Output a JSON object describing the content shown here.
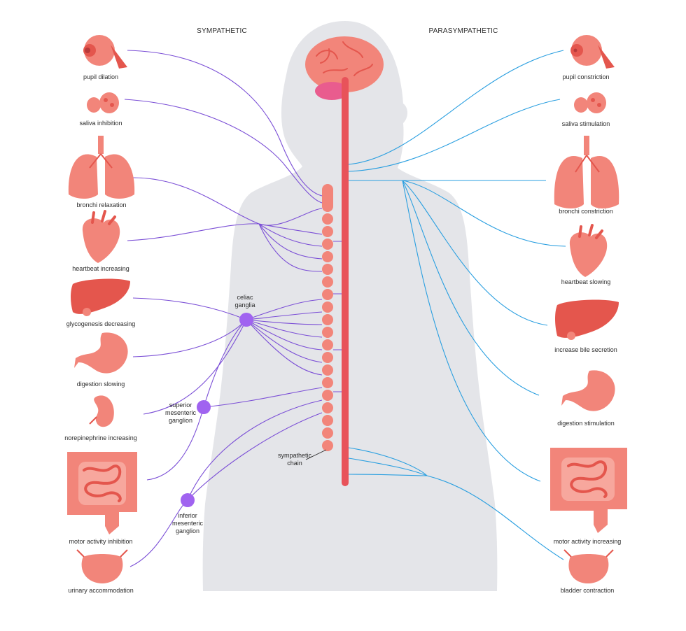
{
  "headers": {
    "sympathetic": "SYMPATHETIC",
    "parasympathetic": "PARASYMPATHETIC"
  },
  "left_labels": [
    "pupil dilation",
    "saliva inhibition",
    "bronchi relaxation",
    "heartbeat increasing",
    "glycogenesis decreasing",
    "digestion slowing",
    "norepinephrine increasing",
    "motor activity inhibition",
    "urinary accommodation"
  ],
  "right_labels": [
    "pupil constriction",
    "saliva stimulation",
    "bronchi constriction",
    "heartbeat slowing",
    "increase bile secretion",
    "digestion stimulation",
    "motor activity increasing",
    "bladder contraction"
  ],
  "ganglia": {
    "celiac": [
      "celiac",
      "ganglia"
    ],
    "superior": [
      "superior",
      "mesenteric",
      "ganglion"
    ],
    "inferior": [
      "inferior",
      "mesenteric",
      "ganglion"
    ],
    "chain": [
      "sympathetic",
      "chain"
    ]
  },
  "colors": {
    "silhouette": "#e4e5e9",
    "organ": "#f2857a",
    "organ_dark": "#e4564d",
    "spine": "#e8535a",
    "sympathetic_nerve": "#7b4fd6",
    "parasympathetic_nerve": "#2a9fe0",
    "ganglion": "#a063f0"
  }
}
